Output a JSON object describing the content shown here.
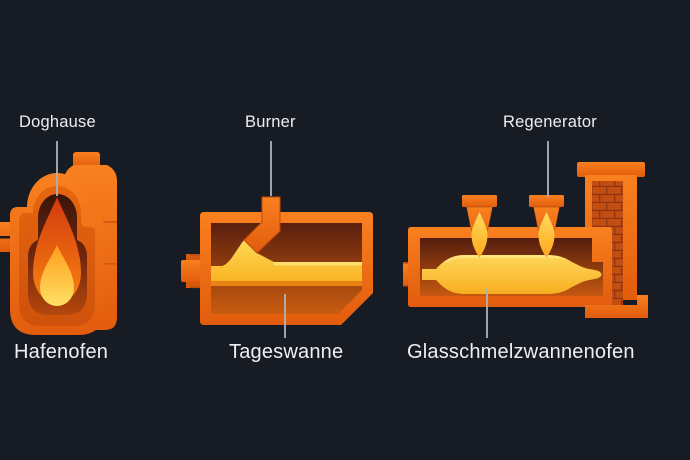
{
  "diagram_subject": "glass-melting-furnace-types",
  "callouts": {
    "doghouse": "Doghause",
    "burner": "Burner",
    "regenerator": "Regenerator"
  },
  "furnace_labels": {
    "pot_furnace": "Hafenofen",
    "day_tank": "Tageswanne",
    "tank_furnace": "Glasschmelzwannenofen"
  },
  "colors": {
    "background": "#161b24",
    "shell_orange_light": "#f9801f",
    "shell_orange_dark": "#e25c0d",
    "inner_wall_orange": "#dd5f10",
    "chamber_dark_top": "#431a0d",
    "chamber_glow_bottom": "#c25410",
    "flame_red": "#d23a0e",
    "flame_gold": "#ffd24a",
    "molten_glass_yellow": "#ffc93c",
    "brick": "#c14d10",
    "brick_mortar": "#8f3510",
    "label_text": "#eceef0",
    "leader_line": "#aeb3ba"
  }
}
